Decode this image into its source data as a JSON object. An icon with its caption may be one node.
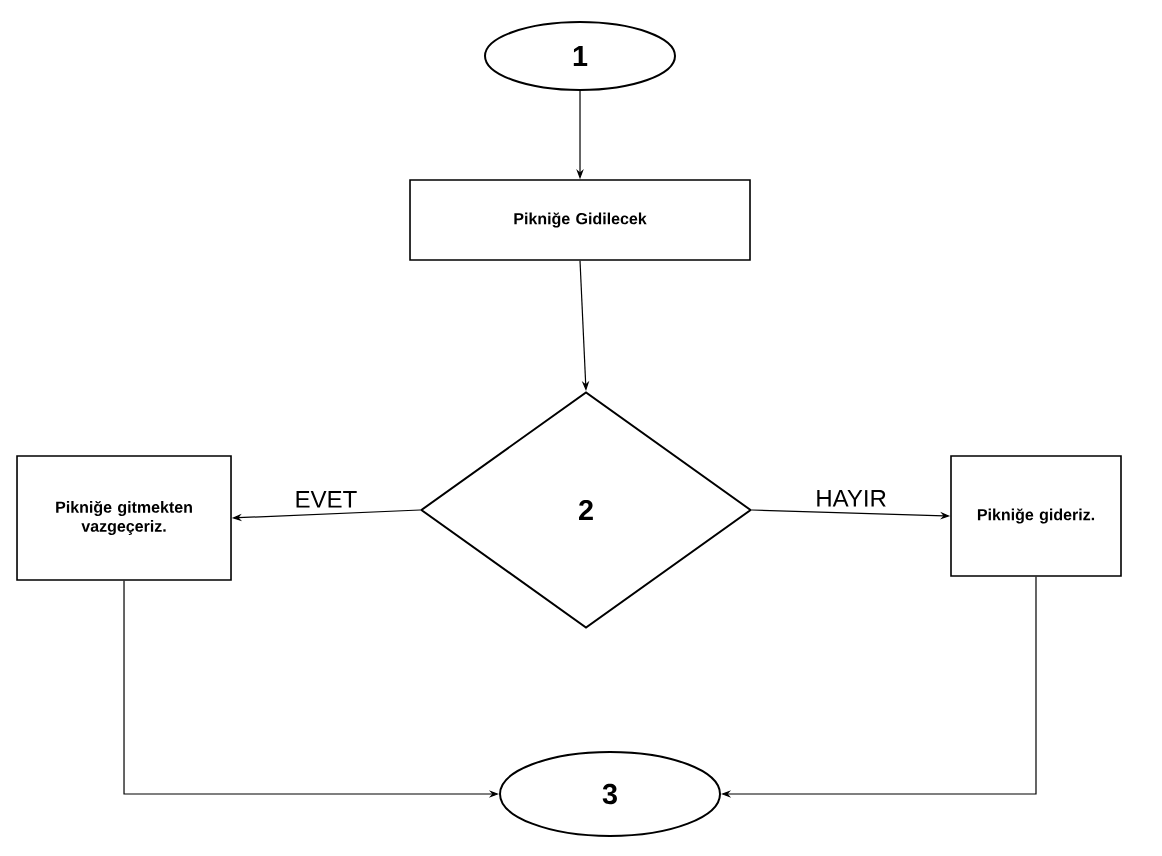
{
  "diagram": {
    "nodes": [
      {
        "text": [
          "1"
        ]
      },
      {
        "text": [
          "Pikniğe Gidilecek"
        ]
      },
      {
        "text": [
          "2"
        ]
      },
      {
        "text": [
          "Pikniğe gitmekten vazgeçeriz."
        ]
      },
      {
        "text": [
          "Pikniğe gideriz."
        ]
      },
      {
        "text": [
          "3"
        ]
      }
    ],
    "edges": [
      {
        "from": 0,
        "to": 1,
        "arrow": "to"
      },
      {
        "from": 1,
        "to": 2,
        "arrow": "to"
      },
      {
        "from": 2,
        "to": 3,
        "arrow": "to",
        "label": "EVET"
      },
      {
        "from": 2,
        "to": 4,
        "arrow": "to",
        "label": "HAYIR"
      },
      {
        "from": 3,
        "to": 5,
        "arrow": "to"
      },
      {
        "from": 4,
        "to": 5,
        "arrow": "to"
      }
    ]
  }
}
